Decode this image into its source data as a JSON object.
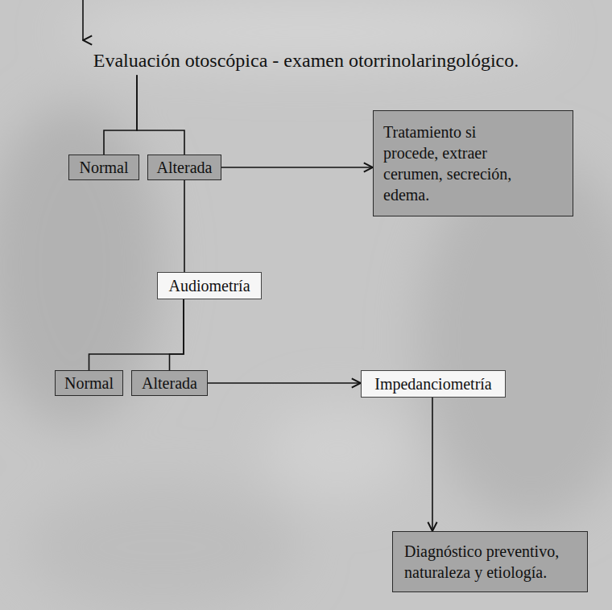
{
  "diagram": {
    "nodes": [
      {
        "text": [
          "Evaluación otoscópica - examen otorrinolaringológico."
        ]
      },
      {
        "text": [
          "Normal"
        ]
      },
      {
        "text": [
          "Alterada"
        ]
      },
      {
        "text": [
          "Tratamiento si procede, extraer cerumen, secreción, edema."
        ]
      },
      {
        "text": [
          "Audiometría"
        ]
      },
      {
        "text": [
          "Normal"
        ]
      },
      {
        "text": [
          "Alterada"
        ]
      },
      {
        "text": [
          "Impedanciometría"
        ]
      },
      {
        "text": [
          "Diagnóstico preventivo, naturaleza y etiología."
        ]
      }
    ],
    "edges": [
      {
        "from": 0,
        "to": 1,
        "arrow": "none"
      },
      {
        "from": 0,
        "to": 2,
        "arrow": "none"
      },
      {
        "from": 2,
        "to": 3,
        "arrow": "to"
      },
      {
        "from": 2,
        "to": 4,
        "arrow": "none"
      },
      {
        "from": 4,
        "to": 5,
        "arrow": "none"
      },
      {
        "from": 4,
        "to": 6,
        "arrow": "none"
      },
      {
        "from": 6,
        "to": 7,
        "arrow": "to"
      },
      {
        "from": 7,
        "to": 8,
        "arrow": "to"
      }
    ]
  }
}
